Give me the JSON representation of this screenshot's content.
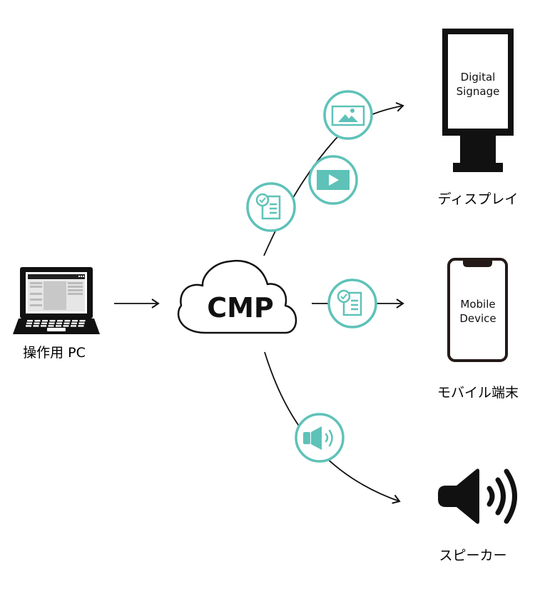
{
  "diagram": {
    "accent_color": "#5ec2b8",
    "source": {
      "label": "操作用 PC",
      "icon": "laptop-icon"
    },
    "hub": {
      "label": "CMP",
      "icon": "cloud-icon"
    },
    "targets": [
      {
        "id": "display",
        "label": "ディスプレイ",
        "screen_text_line1": "Digital",
        "screen_text_line2": "Signage",
        "icon": "digital-signage-icon",
        "content_icons": [
          "document-check-icon",
          "video-play-icon",
          "image-icon"
        ]
      },
      {
        "id": "mobile",
        "label": "モバイル端末",
        "screen_text_line1": "Mobile",
        "screen_text_line2": "Device",
        "icon": "smartphone-icon",
        "content_icons": [
          "document-check-icon"
        ]
      },
      {
        "id": "speaker",
        "label": "スピーカー",
        "icon": "speaker-icon",
        "content_icons": [
          "audio-icon"
        ]
      }
    ]
  }
}
